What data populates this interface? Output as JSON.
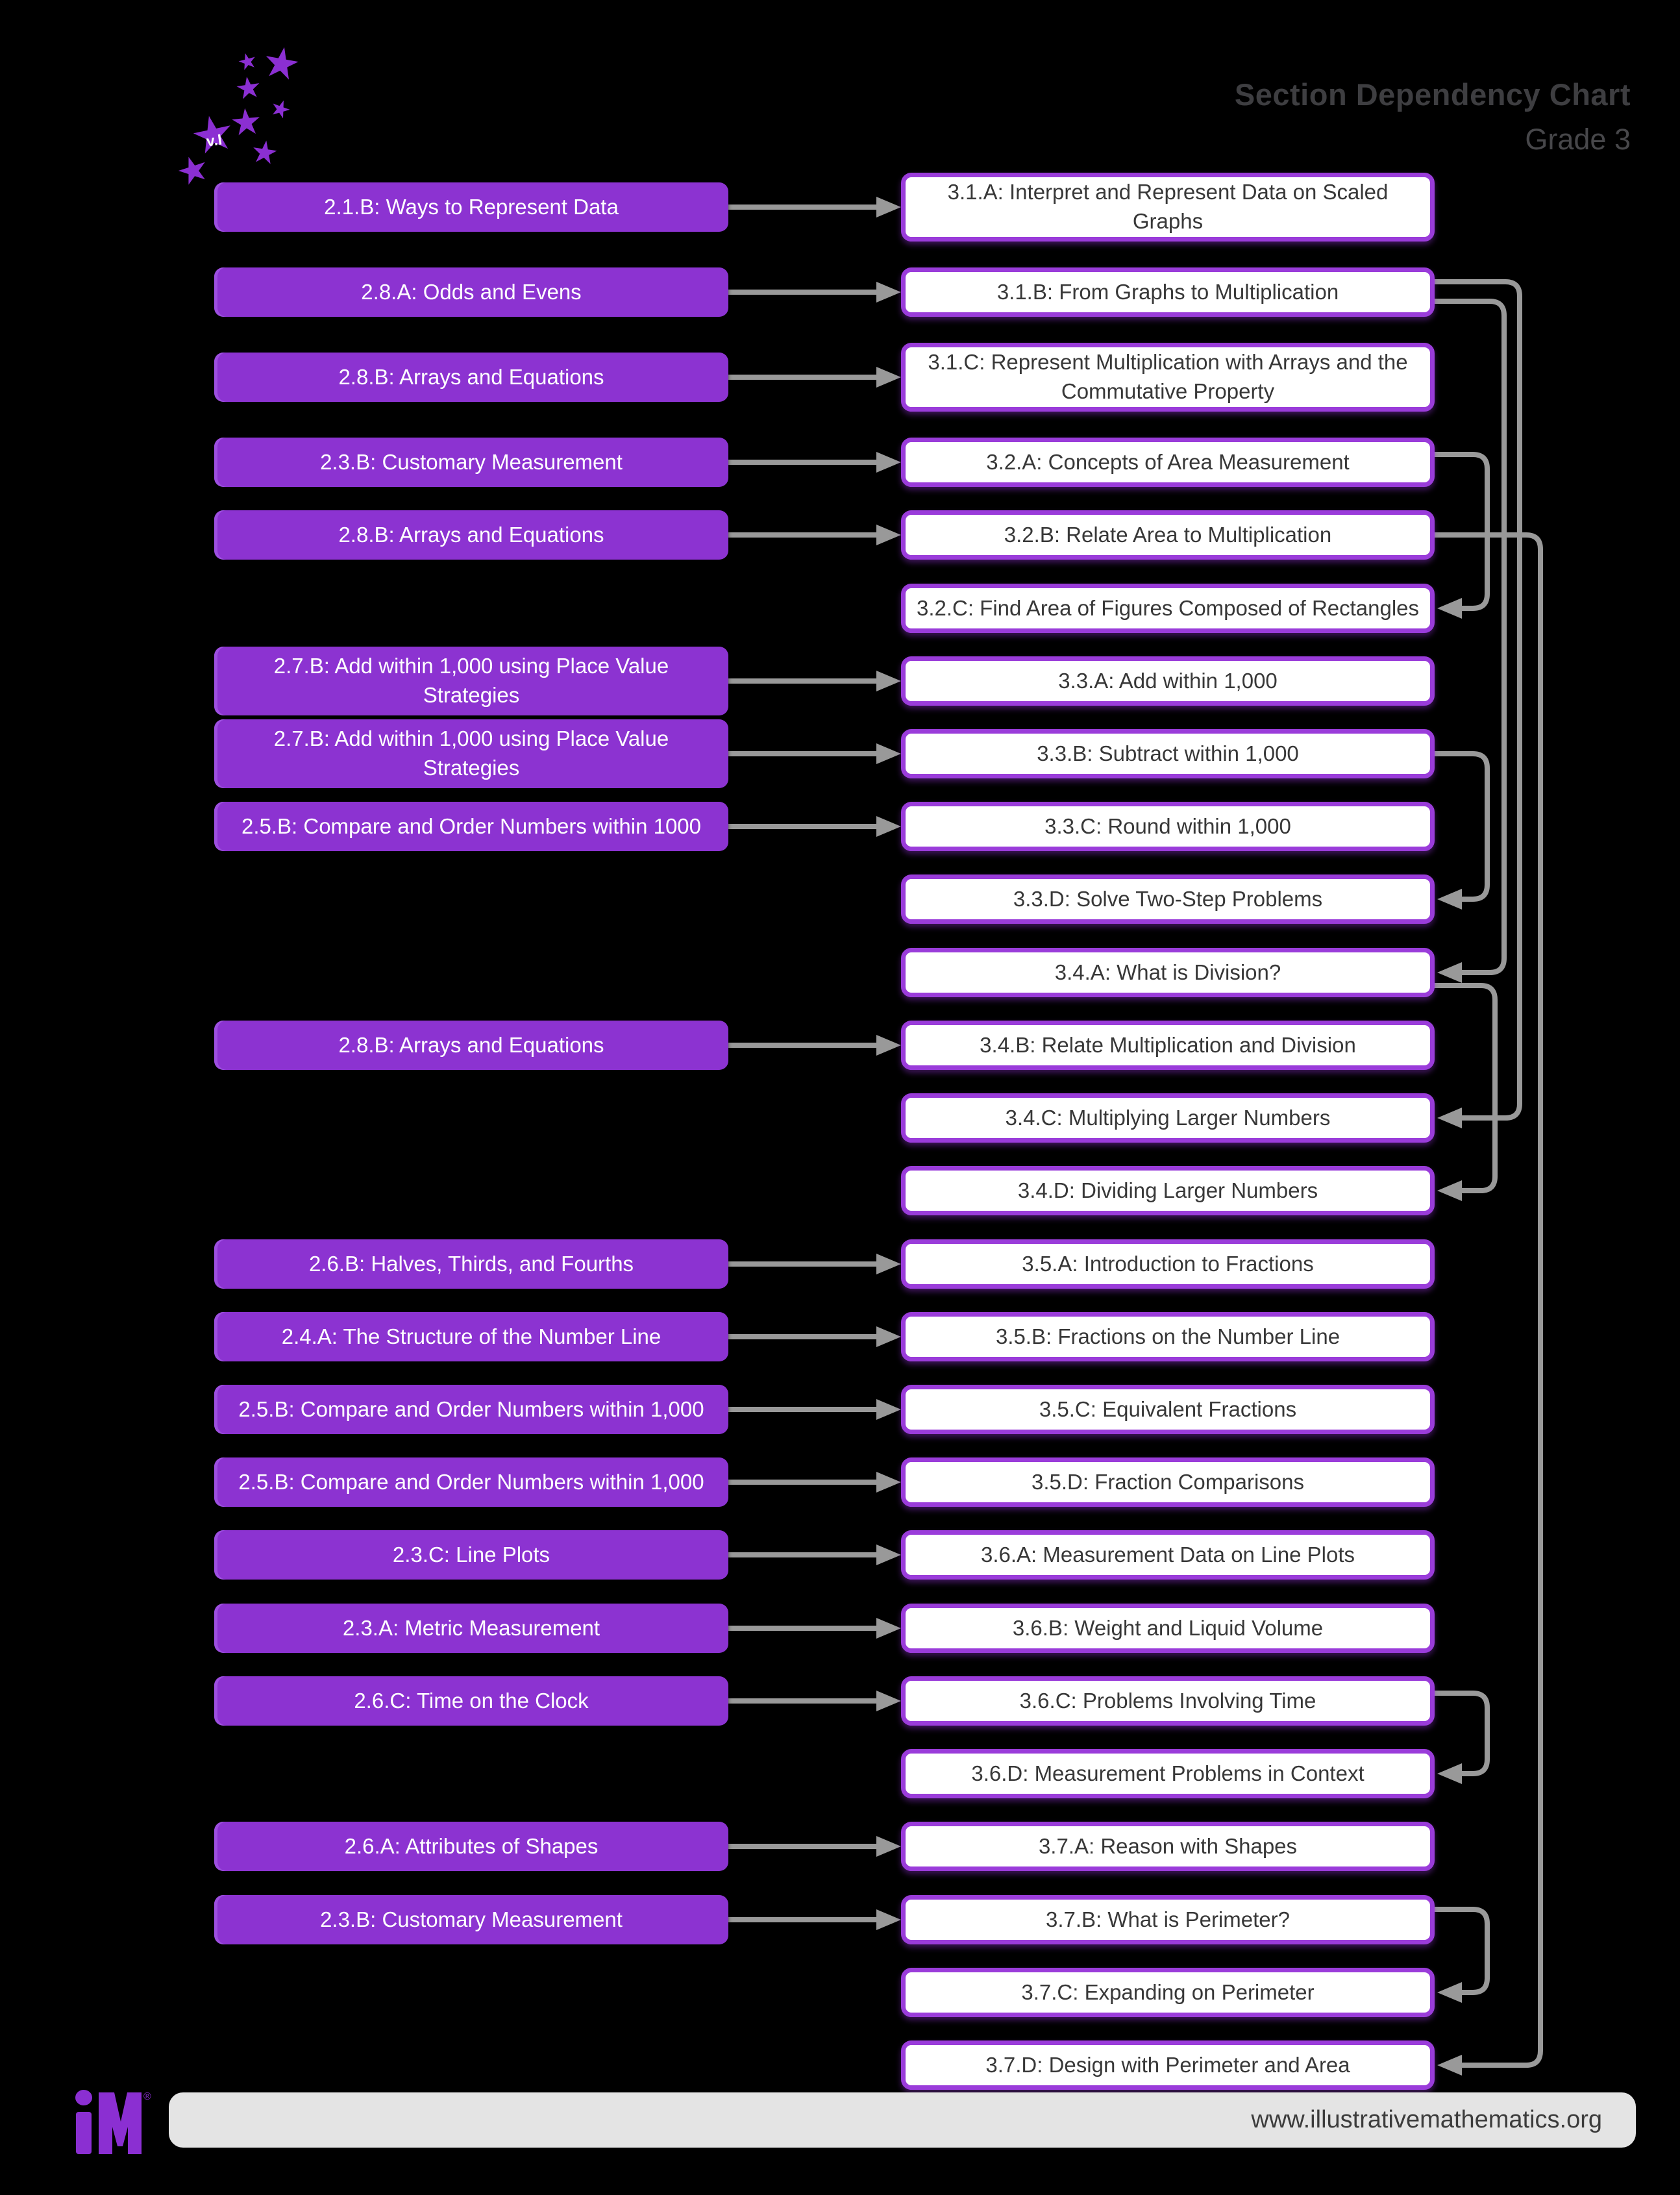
{
  "header": {
    "title": "Section Dependency Chart",
    "subtitle": "Grade 3"
  },
  "logo": {
    "star_text": "v.I",
    "brand_text": "iM",
    "registered_mark": "®"
  },
  "footer": {
    "url": "www.illustrativemathematics.org"
  },
  "colors": {
    "background": "#000000",
    "purple_box": "#8c33d1",
    "white_box_border": "#9a3cda",
    "arrow_gray": "#999999",
    "title_gray": "#3e3e41",
    "footer_bar": "#e4e4e4"
  },
  "rows": [
    {
      "id": "3.1.A",
      "left": "2.1.B: Ways to Represent Data",
      "right": "3.1.A: Interpret and Represent Data on Scaled Graphs",
      "right_tall": true
    },
    {
      "id": "3.1.B",
      "left": "2.8.A: Odds and Evens",
      "right": "3.1.B: From Graphs to Multiplication"
    },
    {
      "id": "3.1.C",
      "left": "2.8.B: Arrays and Equations",
      "right": "3.1.C: Represent Multiplication with Arrays and the Commutative Property",
      "right_tall": true
    },
    {
      "id": "3.2.A",
      "left": "2.3.B: Customary Measurement",
      "right": "3.2.A: Concepts of Area Measurement"
    },
    {
      "id": "3.2.B",
      "left": "2.8.B: Arrays and Equations",
      "right": "3.2.B: Relate Area to Multiplication"
    },
    {
      "id": "3.2.C",
      "left": null,
      "right": "3.2.C: Find Area of Figures Composed of Rectangles"
    },
    {
      "id": "3.3.A",
      "left": "2.7.B: Add within 1,000 using Place Value Strategies",
      "right": "3.3.A: Add within 1,000",
      "left_tall": true
    },
    {
      "id": "3.3.B",
      "left": "2.7.B: Add within 1,000 using Place Value Strategies",
      "right": "3.3.B: Subtract within 1,000",
      "left_tall": true
    },
    {
      "id": "3.3.C",
      "left": "2.5.B: Compare and Order Numbers within 1000",
      "right": "3.3.C: Round within 1,000"
    },
    {
      "id": "3.3.D",
      "left": null,
      "right": "3.3.D: Solve Two-Step Problems"
    },
    {
      "id": "3.4.A",
      "left": null,
      "right": "3.4.A: What is Division?"
    },
    {
      "id": "3.4.B",
      "left": "2.8.B: Arrays and Equations",
      "right": "3.4.B: Relate Multiplication and Division"
    },
    {
      "id": "3.4.C",
      "left": null,
      "right": "3.4.C: Multiplying Larger Numbers"
    },
    {
      "id": "3.4.D",
      "left": null,
      "right": "3.4.D: Dividing Larger Numbers"
    },
    {
      "id": "3.5.A",
      "left": "2.6.B: Halves, Thirds, and Fourths",
      "right": "3.5.A: Introduction to Fractions"
    },
    {
      "id": "3.5.B",
      "left": "2.4.A: The Structure of the Number Line",
      "right": "3.5.B: Fractions on the Number Line"
    },
    {
      "id": "3.5.C",
      "left": "2.5.B: Compare and Order Numbers within 1,000",
      "right": "3.5.C: Equivalent Fractions"
    },
    {
      "id": "3.5.D",
      "left": "2.5.B: Compare and Order Numbers within 1,000",
      "right": "3.5.D: Fraction Comparisons"
    },
    {
      "id": "3.6.A",
      "left": "2.3.C: Line Plots",
      "right": "3.6.A: Measurement Data on Line Plots"
    },
    {
      "id": "3.6.B",
      "left": "2.3.A: Metric Measurement",
      "right": "3.6.B: Weight and Liquid Volume"
    },
    {
      "id": "3.6.C",
      "left": "2.6.C: Time on the Clock",
      "right": "3.6.C: Problems Involving Time"
    },
    {
      "id": "3.6.D",
      "left": null,
      "right": "3.6.D: Measurement Problems in Context"
    },
    {
      "id": "3.7.A",
      "left": "2.6.A: Attributes of Shapes",
      "right": "3.7.A: Reason with Shapes"
    },
    {
      "id": "3.7.B",
      "left": "2.3.B: Customary Measurement",
      "right": "3.7.B: What is Perimeter?"
    },
    {
      "id": "3.7.C",
      "left": null,
      "right": "3.7.C: Expanding on Perimeter"
    },
    {
      "id": "3.7.D",
      "left": null,
      "right": "3.7.D: Design with Perimeter and Area"
    }
  ],
  "loop_edges": [
    {
      "from": "3.1.B",
      "to": "3.4.A"
    },
    {
      "from": "3.1.B",
      "to": "3.4.C"
    },
    {
      "from": "3.2.A",
      "to": "3.2.C"
    },
    {
      "from": "3.2.B",
      "to": "3.7.D"
    },
    {
      "from": "3.3.B",
      "to": "3.3.D"
    },
    {
      "from": "3.4.A",
      "to": "3.4.D"
    },
    {
      "from": "3.6.C",
      "to": "3.6.D"
    },
    {
      "from": "3.7.B",
      "to": "3.7.C"
    }
  ]
}
